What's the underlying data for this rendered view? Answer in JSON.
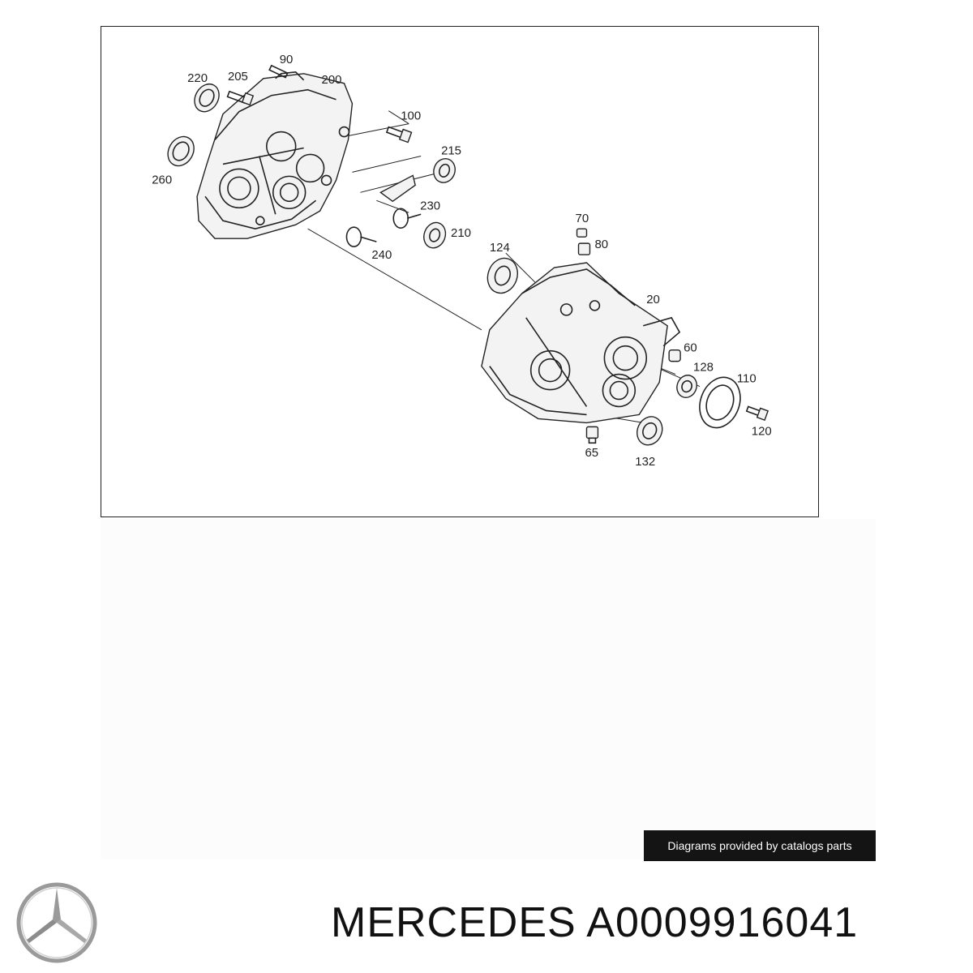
{
  "diagram": {
    "callouts": [
      {
        "id": "c90",
        "label": "90"
      },
      {
        "id": "c220",
        "label": "220"
      },
      {
        "id": "c205",
        "label": "205"
      },
      {
        "id": "c200",
        "label": "200"
      },
      {
        "id": "c100",
        "label": "100"
      },
      {
        "id": "c260",
        "label": "260"
      },
      {
        "id": "c215",
        "label": "215"
      },
      {
        "id": "c230",
        "label": "230"
      },
      {
        "id": "c210",
        "label": "210"
      },
      {
        "id": "c240",
        "label": "240"
      },
      {
        "id": "c70",
        "label": "70"
      },
      {
        "id": "c80",
        "label": "80"
      },
      {
        "id": "c124",
        "label": "124"
      },
      {
        "id": "c20",
        "label": "20"
      },
      {
        "id": "c60",
        "label": "60"
      },
      {
        "id": "c128",
        "label": "128"
      },
      {
        "id": "c110",
        "label": "110"
      },
      {
        "id": "c120",
        "label": "120"
      },
      {
        "id": "c65",
        "label": "65"
      },
      {
        "id": "c132",
        "label": "132"
      }
    ]
  },
  "credit": "Diagrams provided by catalogs parts",
  "title": "MERCEDES A0009916041",
  "colors": {
    "ink": "#222222",
    "badge_bg": "#141414",
    "logo": "#9a9a9a"
  },
  "logo_icon": "mercedes-star-icon"
}
